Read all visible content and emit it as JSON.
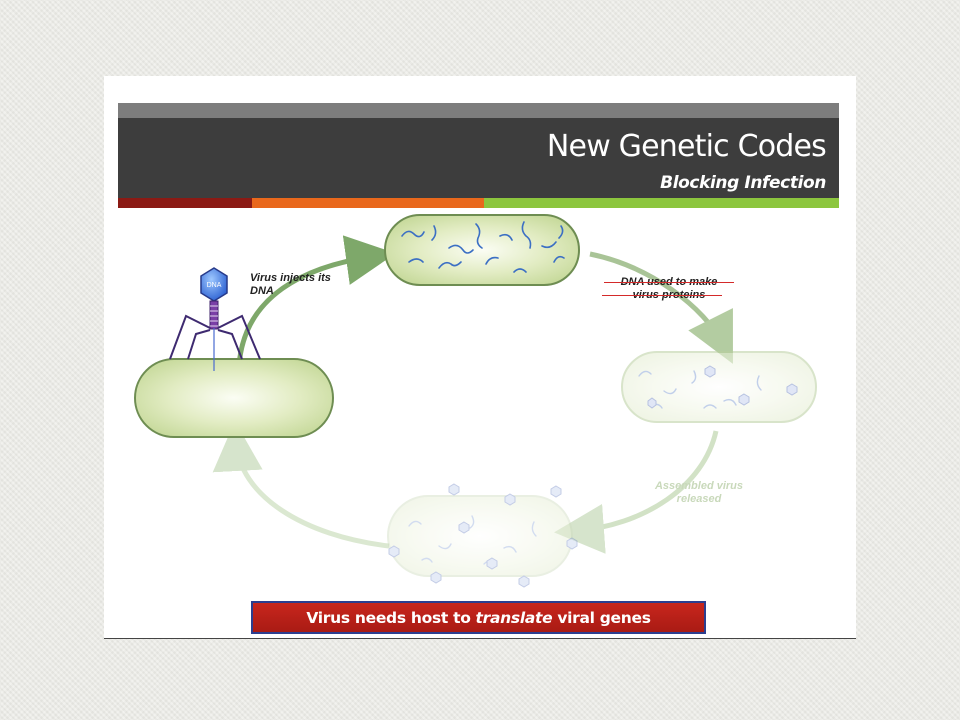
{
  "header": {
    "title": "New Genetic Codes",
    "subtitle": "Blocking Infection"
  },
  "diagram": {
    "label_inject_line1": "Virus injects its",
    "label_inject_line2": "DNA",
    "label_protein_line1": "DNA used to make",
    "label_protein_line2": "virus proteins",
    "label_assembled_line1": "Assembled virus",
    "label_assembled_line2": "released",
    "phage_head_label": "DNA"
  },
  "banner": {
    "text_before": "Virus needs host to",
    "text_emphasis": "translate",
    "text_after": "viral genes"
  },
  "colors": {
    "header_bg": "#3d3d3d",
    "strip_red": "#8b1a14",
    "strip_orange": "#e9681c",
    "strip_green": "#8cc63e",
    "banner_red": "#c8261d",
    "cell_fill": "#d8e6b4",
    "strike_red": "#d42a2a"
  }
}
